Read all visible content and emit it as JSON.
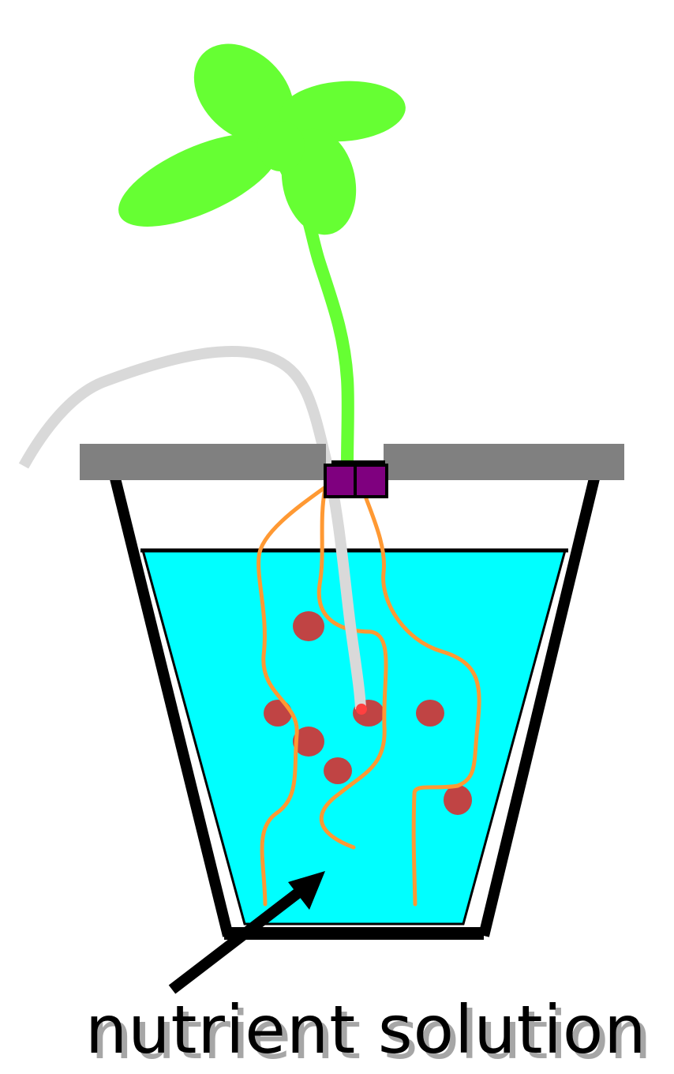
{
  "diagram": {
    "caption": "nutrient solution",
    "colors": {
      "leaf": "#66ff33",
      "stem": "#66ff33",
      "tube": "#d9d9d9",
      "lid": "#808080",
      "pot_outline": "#000000",
      "solution": "#00ffff",
      "roots": "#ff9933",
      "particles": "#c04444",
      "clip": "#7f007f",
      "arrow": "#000000",
      "caption_shadow": "#a6a6a6"
    },
    "icons": [
      "seedling",
      "air-tube",
      "plant-clip",
      "pot",
      "arrow"
    ]
  }
}
